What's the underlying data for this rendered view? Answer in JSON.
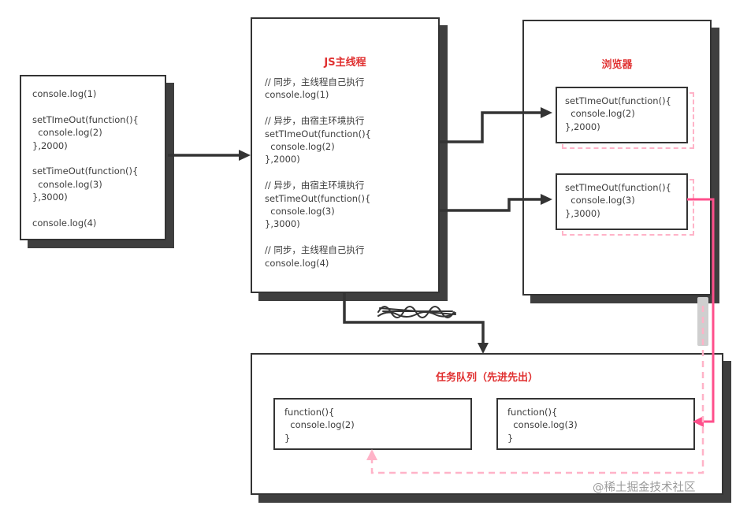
{
  "colors": {
    "accent_red": "#e03131",
    "ink": "#343434",
    "pink_solid": "#ff4f8b",
    "pink_light": "#ffb3c8",
    "shadow": "#3f3f3f"
  },
  "code_box": {
    "lines": [
      "console.log(1)",
      "",
      "setTImeOut(function(){",
      "  console.log(2)",
      "},2000)",
      "",
      "setTimeOut(function(){",
      "  console.log(3)",
      "},3000)",
      "",
      "console.log(4)"
    ]
  },
  "main_thread": {
    "title": "JS主线程",
    "lines": [
      "// 同步，主线程自己执行",
      "console.log(1)",
      "",
      "// 异步，由宿主环境执行",
      "setTImeOut(function(){",
      "  console.log(2)",
      "},2000)",
      "",
      "// 异步，由宿主环境执行",
      "setTimeOut(function(){",
      "  console.log(3)",
      "},3000)",
      "",
      "// 同步，主线程自己执行",
      "console.log(4)"
    ]
  },
  "browser": {
    "title": "浏览器",
    "timeout2": {
      "lines": [
        "setTImeOut(function(){",
        "  console.log(2)",
        "},2000)"
      ]
    },
    "timeout3": {
      "lines": [
        "setTImeOut(function(){",
        "  console.log(3)",
        "},3000)"
      ]
    }
  },
  "task_queue": {
    "title": "任务队列（先进先出）",
    "task2": {
      "lines": [
        "function(){",
        "  console.log(2)",
        "}"
      ]
    },
    "task3": {
      "lines": [
        "function(){",
        "  console.log(3)",
        "}"
      ]
    }
  },
  "watermark": "@稀土掘金技术社区"
}
